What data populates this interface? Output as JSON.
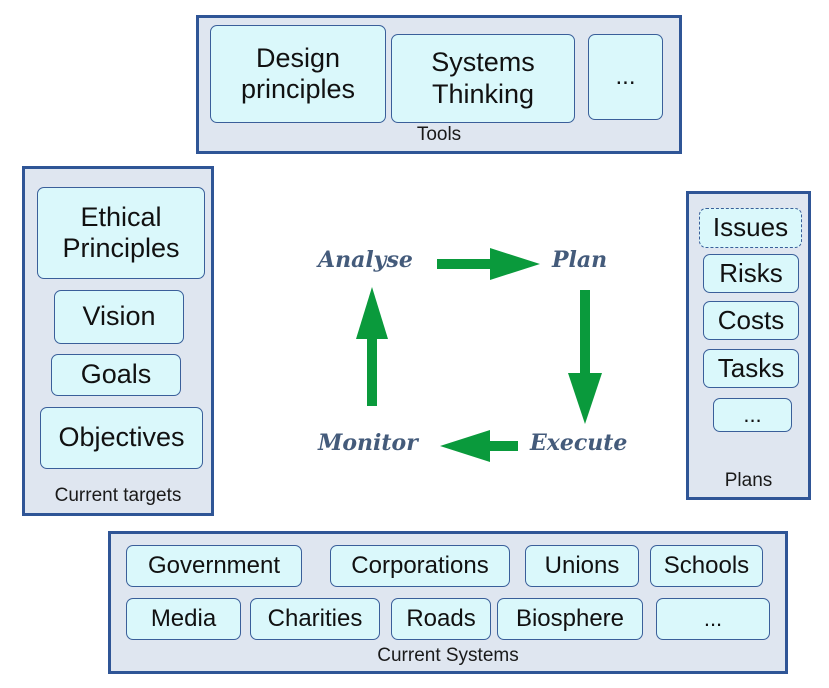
{
  "tools": {
    "label": "Tools",
    "items": [
      "Design principles",
      "Systems Thinking",
      "..."
    ]
  },
  "targets": {
    "label": "Current targets",
    "items": [
      "Ethical Principles",
      "Vision",
      "Goals",
      "Objectives"
    ]
  },
  "plans": {
    "label": "Plans",
    "items": [
      "Issues",
      "Risks",
      "Costs",
      "Tasks",
      "..."
    ]
  },
  "systems": {
    "label": "Current Systems",
    "row1": [
      "Government",
      "Corporations",
      "Unions",
      "Schools"
    ],
    "row2": [
      "Media",
      "Charities",
      "Roads",
      "Biosphere",
      "..."
    ]
  },
  "cycle": {
    "analyse": "Analyse",
    "plan": "Plan",
    "execute": "Execute",
    "monitor": "Monitor",
    "arrow_color": "#0a9a3c"
  },
  "colors": {
    "panel_fill": "#dfe6f0",
    "panel_border": "#2f5596",
    "box_fill": "#daf8fb",
    "cycle_text": "#445b7b"
  }
}
